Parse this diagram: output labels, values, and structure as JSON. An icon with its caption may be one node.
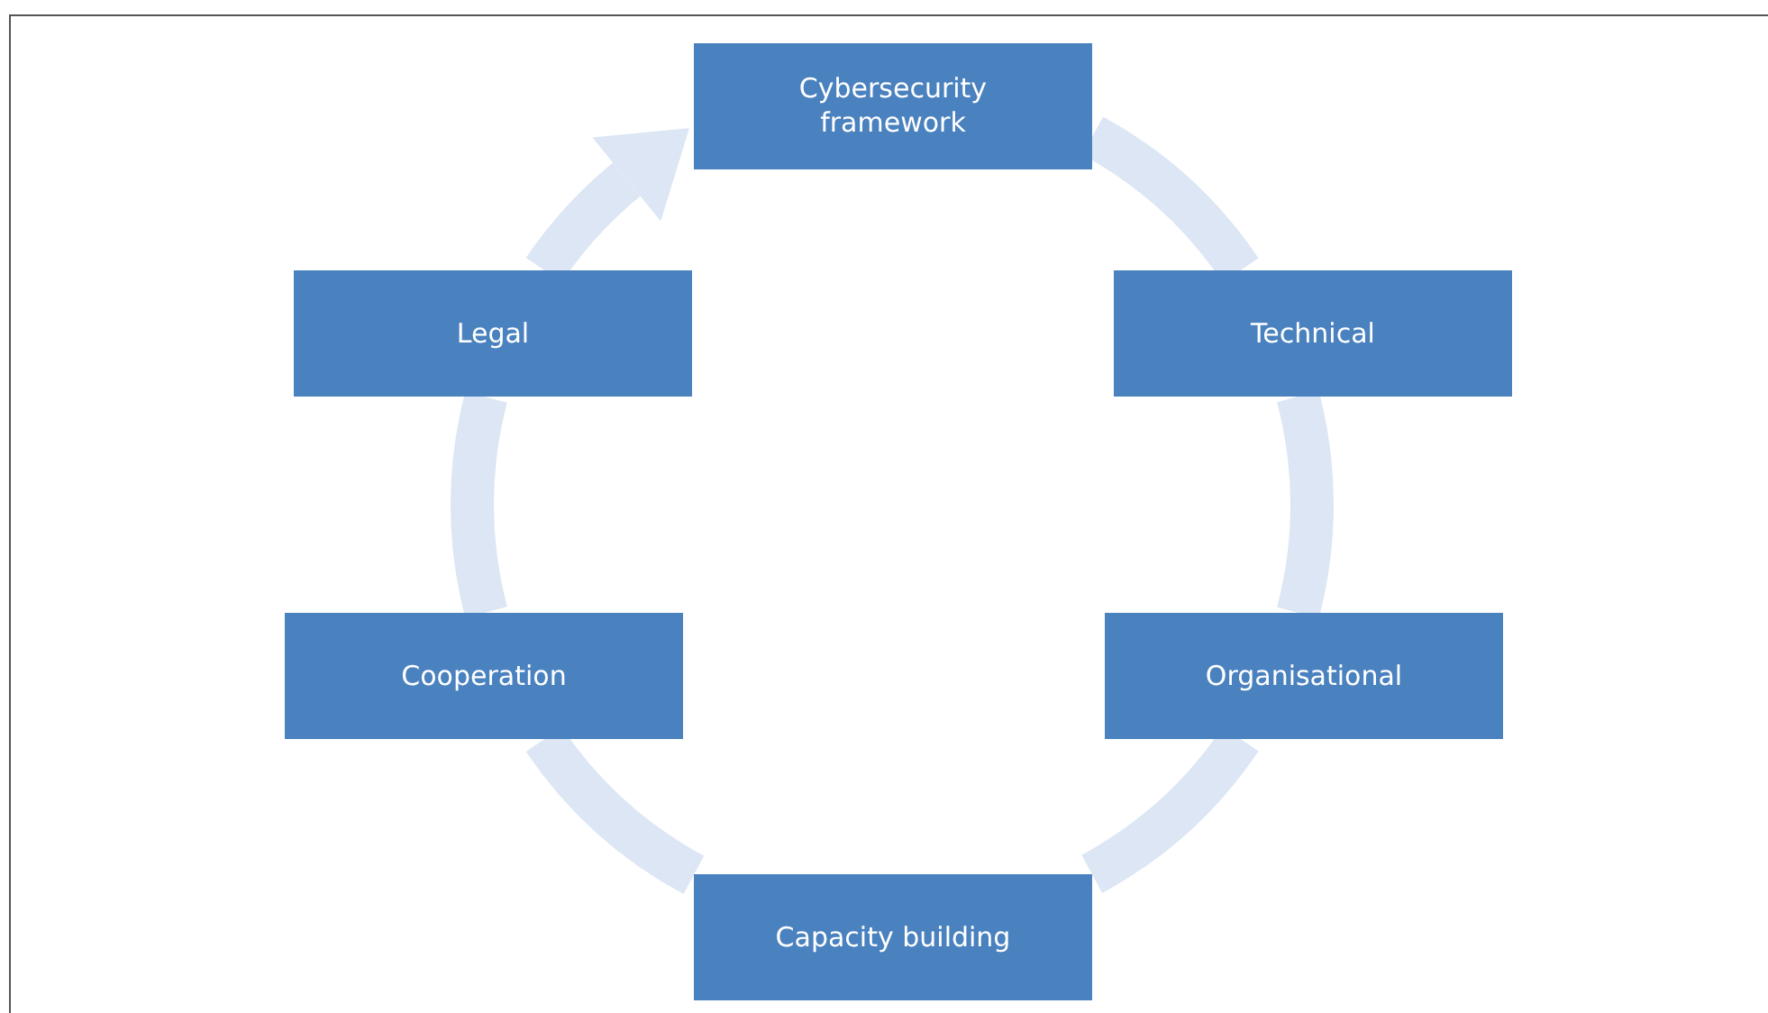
{
  "diagram": {
    "nodes": [
      {
        "text": [
          "Cybersecurity framework"
        ]
      },
      {
        "text": [
          "Technical"
        ]
      },
      {
        "text": [
          "Organisational"
        ]
      },
      {
        "text": [
          "Capacity building"
        ]
      },
      {
        "text": [
          "Cooperation"
        ]
      },
      {
        "text": [
          "Legal"
        ]
      }
    ],
    "edges": [
      {
        "from": 0,
        "to": 1,
        "arrow": "none"
      },
      {
        "from": 1,
        "to": 2,
        "arrow": "none"
      },
      {
        "from": 2,
        "to": 3,
        "arrow": "none"
      },
      {
        "from": 3,
        "to": 4,
        "arrow": "none"
      },
      {
        "from": 4,
        "to": 5,
        "arrow": "none"
      },
      {
        "from": 5,
        "to": 0,
        "arrow": "to"
      }
    ]
  }
}
